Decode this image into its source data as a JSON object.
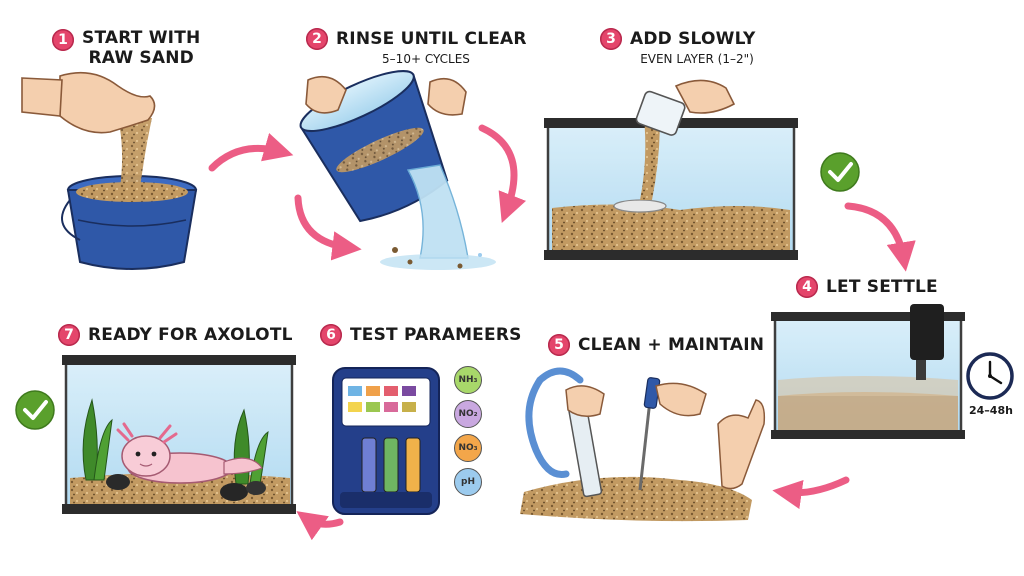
{
  "steps": [
    {
      "number": "1",
      "title_line1": "START WITH",
      "title_line2": "RAW SAND",
      "subtitle": ""
    },
    {
      "number": "2",
      "title_line1": "RINSE UNTIL CLEAR",
      "title_line2": "",
      "subtitle": "5–10+ CYCLES"
    },
    {
      "number": "3",
      "title_line1": "ADD SLOWLY",
      "title_line2": "",
      "subtitle": "EVEN LAYER (1–2\")"
    },
    {
      "number": "4",
      "title_line1": "LET SETTLE",
      "title_line2": "",
      "subtitle": ""
    },
    {
      "number": "5",
      "title_line1": "CLEAN + MAINTAIN",
      "title_line2": "",
      "subtitle": ""
    },
    {
      "number": "6",
      "title_line1": "TEST PARAMEERS",
      "title_line2": "",
      "subtitle": ""
    },
    {
      "number": "7",
      "title_line1": "READY FOR AXOLOTL",
      "title_line2": "",
      "subtitle": ""
    }
  ],
  "settle_time": "24–48h",
  "test_labels": [
    {
      "label": "NH₃",
      "color": "#a8d86a"
    },
    {
      "label": "NO₂",
      "color": "#c9a8e0"
    },
    {
      "label": "NO₃",
      "color": "#f3a64a"
    },
    {
      "label": "pH",
      "color": "#9ccbee"
    }
  ],
  "colors": {
    "badge": "#e4456b",
    "arrow": "#ec5d85",
    "check": "#5aa02c",
    "bucket": "#2f58a8",
    "water": "#bfe1f3",
    "sand": "#c29a62"
  },
  "icons": [
    "check-icon",
    "clock-icon",
    "arrow-icon",
    "bucket-icon",
    "tank-icon",
    "test-kit-icon",
    "siphon-icon",
    "axolotl-icon"
  ]
}
